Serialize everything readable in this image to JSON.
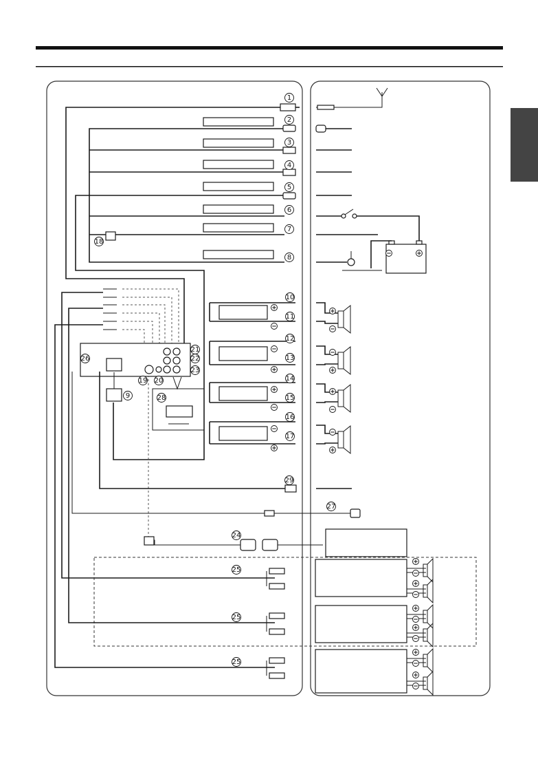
{
  "connector_numbers": [
    "1",
    "2",
    "3",
    "4",
    "5",
    "6",
    "7",
    "8",
    "9",
    "10",
    "11",
    "12",
    "13",
    "14",
    "15",
    "16",
    "17",
    "18",
    "19",
    "20",
    "21",
    "22",
    "23",
    "24",
    "25",
    "25",
    "25",
    "26",
    "27",
    "28",
    "29"
  ],
  "colors": {
    "ink": "#1a1a1a",
    "side_tab": "#444444",
    "panel_border": "#333333"
  },
  "icons": [
    "antenna-icon",
    "battery-icon",
    "ignition-switch-icon",
    "ground-icon",
    "speaker-icon",
    "rca-plug-icon",
    "fuse-holder-icon",
    "usb-connector-icon"
  ]
}
